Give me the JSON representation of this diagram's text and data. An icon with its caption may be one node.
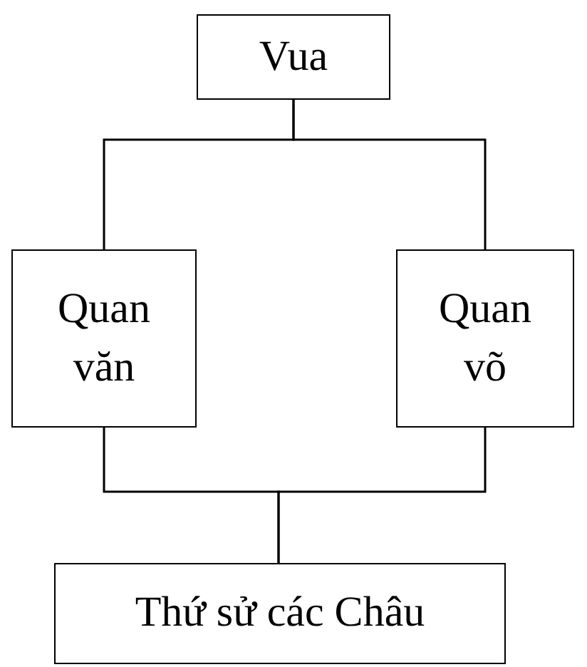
{
  "diagram": {
    "nodes": [
      {
        "text": [
          "Vua"
        ]
      },
      {
        "text": [
          "Quan văn"
        ]
      },
      {
        "text": [
          "Quan võ"
        ]
      },
      {
        "text": [
          "Thứ sử các Châu"
        ]
      }
    ],
    "edges": [
      {
        "from": 0,
        "to": 1,
        "arrow": "none"
      },
      {
        "from": 0,
        "to": 2,
        "arrow": "none"
      },
      {
        "from": 1,
        "to": 3,
        "arrow": "none"
      },
      {
        "from": 2,
        "to": 3,
        "arrow": "none"
      }
    ]
  }
}
